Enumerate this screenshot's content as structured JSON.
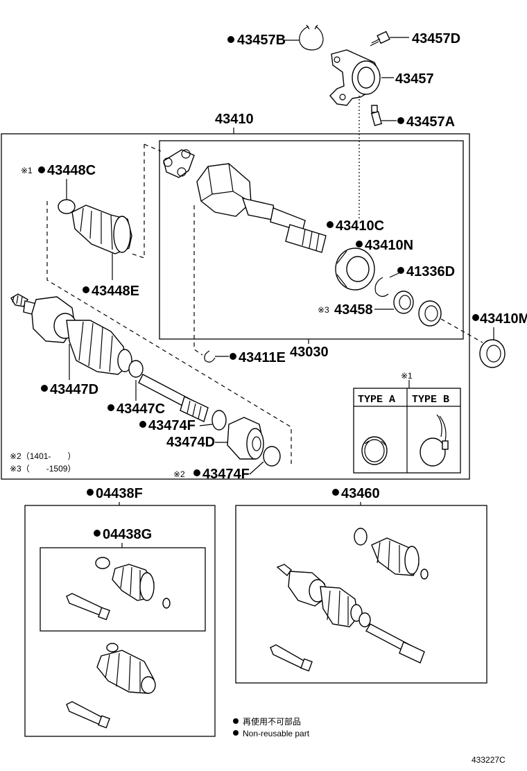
{
  "labels": {
    "p43457B": "43457B",
    "p43457D": "43457D",
    "p43457": "43457",
    "p43457A": "43457A",
    "p43410": "43410",
    "p43448C": "43448C",
    "p43448C_note": "※1",
    "p43448E": "43448E",
    "p43410C": "43410C",
    "p43410N": "43410N",
    "p41336D": "41336D",
    "p43458": "43458",
    "p43458_note": "※3",
    "p43410M": "43410M",
    "p43447D": "43447D",
    "p43411E": "43411E",
    "p43030": "43030",
    "p43447C": "43447C",
    "p43474F_a": "43474F",
    "p43474D": "43474D",
    "p43474F_b": "43474F",
    "p43474F_b_note": "※2",
    "p04438F": "04438F",
    "p04438G": "04438G",
    "p43460": "43460"
  },
  "notes": {
    "note2": "※2（1401-　　）",
    "note3": "※3（　　-1509）"
  },
  "type_box": {
    "ref": "※1",
    "type_a": "TYPE A",
    "type_b": "TYPE B"
  },
  "legend": {
    "jp": "再使用不可部品",
    "en": "Non-reusable part"
  },
  "figure_id": "433227C"
}
